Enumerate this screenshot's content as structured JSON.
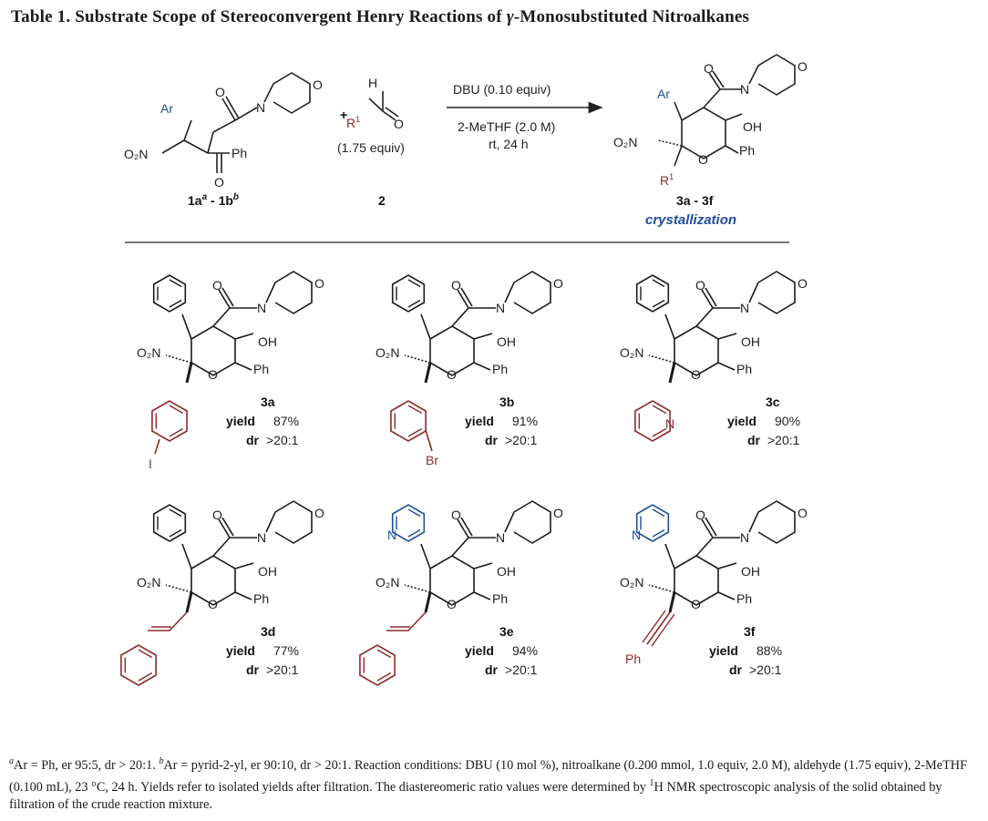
{
  "title": {
    "prefix": "Table 1. Substrate Scope of Stereoconvergent Henry Reactions of ",
    "gamma": "γ",
    "suffix": "-Monosubstituted Nitroalkanes"
  },
  "scheme": {
    "ar_label": "Ar",
    "no2_label": "O₂N",
    "ph_label": "Ph",
    "o_label": "O",
    "n_label": "N",
    "h_label": "H",
    "r1_label": "R",
    "r1_sup": "1",
    "plus": "+",
    "reagent_equiv": "(1.75 equiv)",
    "cond_1": "DBU (0.10 equiv)",
    "cond_2": "2-MeTHF (2.0 M)",
    "cond_3": "rt, 24 h",
    "oh_label": "OH",
    "sm_label": "1a",
    "sm_sup_a": "a",
    "sm_mid": " - 1b",
    "sm_sup_b": "b",
    "reagent_label": "2",
    "product_label": "3a - 3f",
    "crystallization": "crystallization"
  },
  "entries": [
    {
      "id": "3a",
      "yield_label": "yield",
      "yield": "87%",
      "dr_label": "dr",
      "dr": ">20:1",
      "substituent": "I"
    },
    {
      "id": "3b",
      "yield_label": "yield",
      "yield": "91%",
      "dr_label": "dr",
      "dr": ">20:1",
      "substituent": "Br"
    },
    {
      "id": "3c",
      "yield_label": "yield",
      "yield": "90%",
      "dr_label": "dr",
      "dr": ">20:1",
      "substituent": "N"
    },
    {
      "id": "3d",
      "yield_label": "yield",
      "yield": "77%",
      "dr_label": "dr",
      "dr": ">20:1",
      "substituent": ""
    },
    {
      "id": "3e",
      "yield_label": "yield",
      "yield": "94%",
      "dr_label": "dr",
      "dr": ">20:1",
      "substituent": ""
    },
    {
      "id": "3f",
      "yield_label": "yield",
      "yield": "88%",
      "dr_label": "dr",
      "dr": ">20:1",
      "substituent": "Ph"
    }
  ],
  "colors": {
    "red": "#8b2a2a",
    "blue": "#1f4e9c",
    "black": "#1a1a1a"
  },
  "footnote": {
    "sup_a": "a",
    "part_a": "Ar = Ph, er 95:5, dr > 20:1. ",
    "sup_b": "b",
    "part_b": "Ar = pyrid-2-yl, er 90:10, dr > 20:1. Reaction conditions: DBU (10 mol %), nitroalkane (0.200 mmol, 1.0 equiv, 2.0 M), aldehyde (1.75 equiv), 2-MeTHF (0.100 mL), 23 °C, 24 h. Yields refer to isolated yields after filtration. The diastereomeric ratio values were determined by ",
    "sup_1": "1",
    "part_c": "H NMR spectroscopic analysis of the solid obtained by filtration of the crude reaction mixture."
  }
}
